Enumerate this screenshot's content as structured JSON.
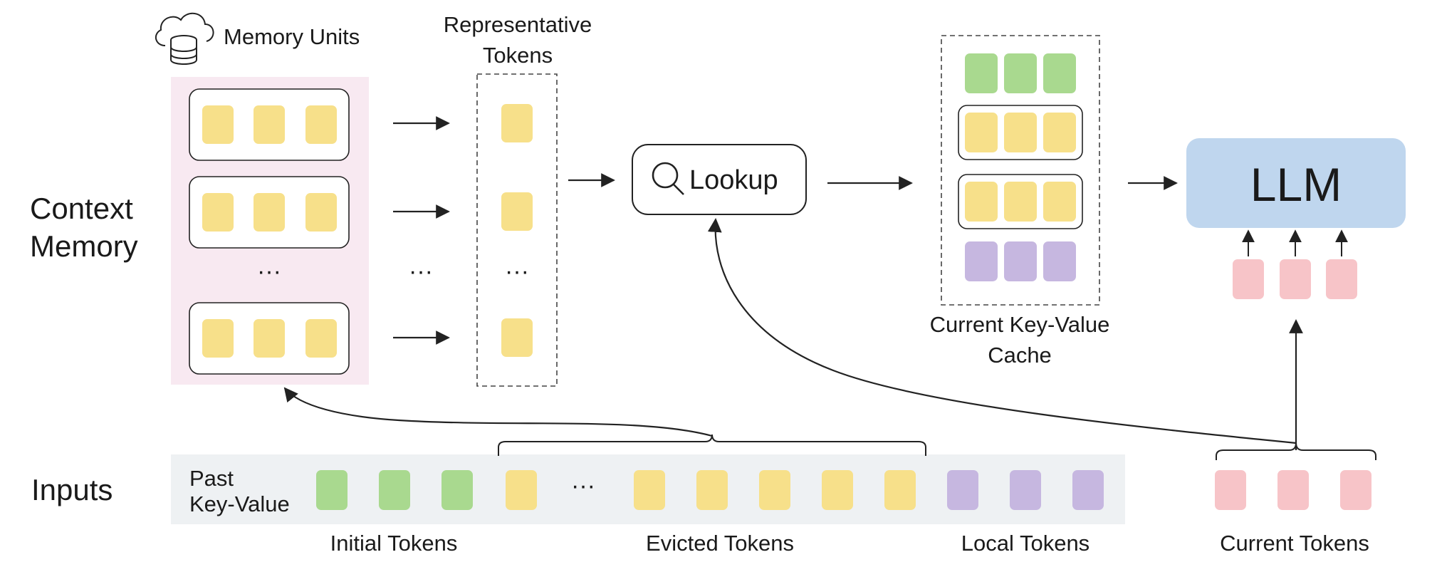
{
  "labels": {
    "memory_units": "Memory Units",
    "representative_tokens_line1": "Representative",
    "representative_tokens_line2": "Tokens",
    "context_memory_line1": "Context",
    "context_memory_line2": "Memory",
    "lookup": "Lookup",
    "kv_cache_line1": "Current Key-Value",
    "kv_cache_line2": "Cache",
    "llm": "LLM",
    "inputs": "Inputs",
    "past_kv_line1": "Past",
    "past_kv_line2": "Key-Value",
    "initial_tokens": "Initial Tokens",
    "evicted_tokens": "Evicted Tokens",
    "local_tokens": "Local Tokens",
    "current_tokens": "Current Tokens",
    "ellipsis": "···"
  },
  "colors": {
    "initial": "#a9d98f",
    "evicted": "#f7e08a",
    "local": "#c6b7e0",
    "current": "#f7c4c8",
    "memory_panel": "#f8e9f1",
    "inputs_panel": "#eef1f3",
    "llm_box": "#bfd6ee",
    "stroke": "#222222"
  },
  "icons": {
    "memory": "cloud-database-icon",
    "lookup": "magnifier-icon"
  }
}
